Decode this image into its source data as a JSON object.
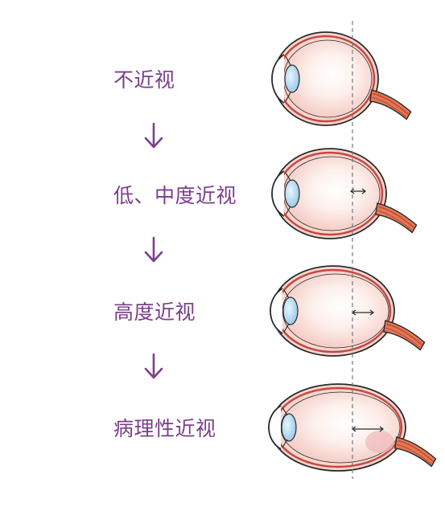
{
  "stages": [
    {
      "label": "不近视"
    },
    {
      "label": "低、中度近视"
    },
    {
      "label": "高度近视"
    },
    {
      "label": "病理性近视"
    }
  ],
  "colors": {
    "label": "#7b3f8c",
    "arrow": "#7b3f8c",
    "eye_fill": "#f9dcd6",
    "eye_outline": "#2a2a2a",
    "retina_red": "#c8473f",
    "lens_blue": "#a9d4ee",
    "guide_line": "#777777"
  }
}
